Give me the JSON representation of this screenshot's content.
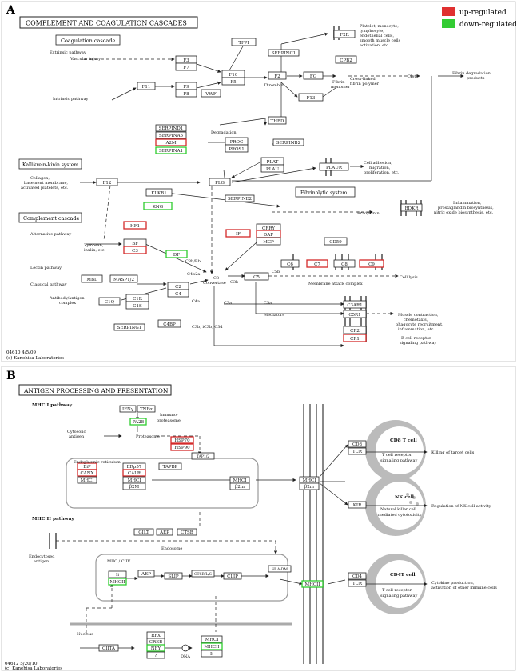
{
  "legend": [
    {
      "label": "up-regulated",
      "color": "#e03030"
    },
    {
      "label": "down-regulated",
      "color": "#33cc33"
    }
  ],
  "colors": {
    "up": "#d42a2a",
    "down": "#2ecc2e",
    "normal": "#222222"
  },
  "panel_a": {
    "letter": "A",
    "title": "COMPLEMENT AND COAGULATION CASCADES",
    "footer": [
      "04610 4/5/09",
      "(c) Kanehisa Laboratories"
    ],
    "sections": [
      "Coagulation cascade",
      "Kallikrein-kinin system",
      "Complement cascade",
      "Fibrinolytic system"
    ],
    "nodes": [
      {
        "id": "tfpi",
        "label": "TFPI",
        "state": "normal"
      },
      {
        "id": "f3",
        "label": "F3",
        "state": "normal"
      },
      {
        "id": "f7",
        "label": "F7",
        "state": "normal"
      },
      {
        "id": "f10",
        "label": "F10",
        "state": "normal"
      },
      {
        "id": "f5",
        "label": "F5",
        "state": "normal"
      },
      {
        "id": "f2",
        "label": "F2",
        "state": "normal"
      },
      {
        "id": "serpinc1",
        "label": "SERPINC1",
        "state": "normal"
      },
      {
        "id": "f2r",
        "label": "F2R",
        "state": "normal"
      },
      {
        "id": "fg",
        "label": "FG",
        "state": "normal"
      },
      {
        "id": "cpb2",
        "label": "CPB2",
        "state": "normal"
      },
      {
        "id": "f11",
        "label": "F11",
        "state": "normal"
      },
      {
        "id": "f9",
        "label": "F9",
        "state": "normal"
      },
      {
        "id": "f8",
        "label": "F8",
        "state": "normal"
      },
      {
        "id": "vwf",
        "label": "VWF",
        "state": "normal"
      },
      {
        "id": "f13",
        "label": "F13",
        "state": "normal"
      },
      {
        "id": "serpind1",
        "label": "SERPIND1",
        "state": "normal"
      },
      {
        "id": "serpina5",
        "label": "SERPINA5",
        "state": "normal"
      },
      {
        "id": "a2m",
        "label": "A2M",
        "state": "up"
      },
      {
        "id": "serpina1",
        "label": "SERPINA1",
        "state": "down"
      },
      {
        "id": "thbd",
        "label": "THBD",
        "state": "normal"
      },
      {
        "id": "proc",
        "label": "PROC",
        "state": "normal"
      },
      {
        "id": "pros1",
        "label": "PROS1",
        "state": "normal"
      },
      {
        "id": "serpinb2",
        "label": "SERPINB2",
        "state": "normal"
      },
      {
        "id": "plat",
        "label": "PLAT",
        "state": "normal"
      },
      {
        "id": "plau",
        "label": "PLAU",
        "state": "normal"
      },
      {
        "id": "plaur",
        "label": "PLAUR",
        "state": "normal"
      },
      {
        "id": "f12",
        "label": "F12",
        "state": "normal"
      },
      {
        "id": "klkb1",
        "label": "KLKB1",
        "state": "normal"
      },
      {
        "id": "plg",
        "label": "PLG",
        "state": "normal"
      },
      {
        "id": "serpine2",
        "label": "SERPINE2",
        "state": "normal"
      },
      {
        "id": "kng",
        "label": "KNG",
        "state": "down"
      },
      {
        "id": "bdkr",
        "label": "BDKR",
        "state": "normal"
      },
      {
        "id": "hf1",
        "label": "HF1",
        "state": "up"
      },
      {
        "id": "bf",
        "label": "BF",
        "state": "normal"
      },
      {
        "id": "c3a",
        "label": "C3",
        "state": "up"
      },
      {
        "id": "df",
        "label": "DF",
        "state": "down"
      },
      {
        "id": "if",
        "label": "IF",
        "state": "up"
      },
      {
        "id": "crry",
        "label": "CRRY",
        "state": "normal"
      },
      {
        "id": "daf",
        "label": "DAF",
        "state": "up"
      },
      {
        "id": "mcp",
        "label": "MCP",
        "state": "normal"
      },
      {
        "id": "cd59",
        "label": "CD59",
        "state": "normal"
      },
      {
        "id": "c6",
        "label": "C6",
        "state": "normal"
      },
      {
        "id": "c7",
        "label": "C7",
        "state": "up"
      },
      {
        "id": "c8",
        "label": "C8",
        "state": "normal"
      },
      {
        "id": "c9",
        "label": "C9",
        "state": "up"
      },
      {
        "id": "mbl",
        "label": "MBL",
        "state": "normal"
      },
      {
        "id": "masp12",
        "label": "MASP1/2",
        "state": "normal"
      },
      {
        "id": "c2",
        "label": "C2",
        "state": "normal"
      },
      {
        "id": "c4",
        "label": "C4",
        "state": "normal"
      },
      {
        "id": "c5",
        "label": "C5",
        "state": "normal"
      },
      {
        "id": "c1q",
        "label": "C1Q",
        "state": "normal"
      },
      {
        "id": "c1r",
        "label": "C1R",
        "state": "normal"
      },
      {
        "id": "c1s",
        "label": "C1S",
        "state": "normal"
      },
      {
        "id": "serping1",
        "label": "SERPING1",
        "state": "normal"
      },
      {
        "id": "c4bp",
        "label": "C4BP",
        "state": "normal"
      },
      {
        "id": "c3ar1",
        "label": "C3AR1",
        "state": "normal"
      },
      {
        "id": "c5r1",
        "label": "C5R1",
        "state": "normal"
      },
      {
        "id": "cr2",
        "label": "CR2",
        "state": "normal"
      },
      {
        "id": "cr1",
        "label": "CR1",
        "state": "up"
      }
    ],
    "texts": [
      {
        "id": "extrinsic",
        "text": "Extrinsic pathway"
      },
      {
        "id": "vascular",
        "text": "Vascular injury"
      },
      {
        "id": "intrinsic",
        "text": "Intrinsic pathway"
      },
      {
        "id": "thrombin",
        "text": "Thrombin"
      },
      {
        "id": "degradation",
        "text": "Degradation"
      },
      {
        "id": "platelet1",
        "text": "Platelet, monocyte,"
      },
      {
        "id": "platelet2",
        "text": "lymphocyte,"
      },
      {
        "id": "platelet3",
        "text": "endothelial cells,"
      },
      {
        "id": "platelet4",
        "text": "smooth muscle cells"
      },
      {
        "id": "platelet5",
        "text": "activation, etc."
      },
      {
        "id": "fibrinmono1",
        "text": "Fibrin"
      },
      {
        "id": "fibrinmono2",
        "text": "monomer"
      },
      {
        "id": "crosslinked1",
        "text": "Cross-linked"
      },
      {
        "id": "crosslinked2",
        "text": "fibrin polymer"
      },
      {
        "id": "clot",
        "text": "Clot"
      },
      {
        "id": "fdp1",
        "text": "Fibrin degradation"
      },
      {
        "id": "fdp2",
        "text": "products"
      },
      {
        "id": "collagen1",
        "text": "Collagen,"
      },
      {
        "id": "collagen2",
        "text": "basement membrane,"
      },
      {
        "id": "collagen3",
        "text": "activated platelets, etc."
      },
      {
        "id": "celladh1",
        "text": "Cell adhesion,"
      },
      {
        "id": "celladh2",
        "text": "migration,"
      },
      {
        "id": "celladh3",
        "text": "proliferation, etc."
      },
      {
        "id": "bradykinin",
        "text": "Bradykinin"
      },
      {
        "id": "inflam1",
        "text": "Inflammation,"
      },
      {
        "id": "inflam2",
        "text": "prostaglandin biosynthesis,"
      },
      {
        "id": "inflam3",
        "text": "nitric oxide biosynthesis, etc."
      },
      {
        "id": "alternative",
        "text": "Alternative pathway"
      },
      {
        "id": "zymosan1",
        "text": "Zymosan,"
      },
      {
        "id": "zymosan2",
        "text": "inulin, etc."
      },
      {
        "id": "c3bbb",
        "text": "C3b/Bb"
      },
      {
        "id": "lectin",
        "text": "Lectin pathway"
      },
      {
        "id": "classical",
        "text": "Classical pathway"
      },
      {
        "id": "antibody1",
        "text": "Antibody/antigen"
      },
      {
        "id": "antibody2",
        "text": "complex"
      },
      {
        "id": "c4b2a",
        "text": "C4b2a"
      },
      {
        "id": "c4a",
        "text": "C4a"
      },
      {
        "id": "c3conv",
        "text": "C3"
      },
      {
        "id": "convertase",
        "text": "Convertase"
      },
      {
        "id": "c3b",
        "text": "C3b"
      },
      {
        "id": "c5b",
        "text": "C5b"
      },
      {
        "id": "c3a_lbl",
        "text": "C3a"
      },
      {
        "id": "c5a",
        "text": "C5a"
      },
      {
        "id": "mediators",
        "text": "Mediators"
      },
      {
        "id": "mac",
        "text": "Membrane attack complex"
      },
      {
        "id": "celllysis",
        "text": "Cell lysis"
      },
      {
        "id": "c3bi",
        "text": "C3b, iC3b, C3d"
      },
      {
        "id": "muscle1",
        "text": "Muscle contraction,"
      },
      {
        "id": "muscle2",
        "text": "chemotaxis,"
      },
      {
        "id": "muscle3",
        "text": "phagocyte recruitment,"
      },
      {
        "id": "muscle4",
        "text": "inflammation, etc."
      },
      {
        "id": "bcell1",
        "text": "B cell receptor"
      },
      {
        "id": "bcell2",
        "text": "signaling pathway"
      }
    ]
  },
  "panel_b": {
    "letter": "B",
    "title": "ANTIGEN PROCESSING AND PRESENTATION",
    "footer": [
      "04612 5/20/10",
      "(c) Kanehisa Laboratories"
    ],
    "nodes": [
      {
        "id": "ifng",
        "label": "IFNγ",
        "state": "normal"
      },
      {
        "id": "tnfa",
        "label": "TNFα",
        "state": "normal"
      },
      {
        "id": "pa28",
        "label": "PA28",
        "state": "down"
      },
      {
        "id": "hsp70",
        "label": "HSP70",
        "state": "up"
      },
      {
        "id": "hsp90",
        "label": "HSP90",
        "state": "up"
      },
      {
        "id": "tap12",
        "label": "TAP1/2",
        "state": "normal"
      },
      {
        "id": "bip",
        "label": "BiP",
        "state": "up"
      },
      {
        "id": "canx",
        "label": "CANX",
        "state": "up"
      },
      {
        "id": "mhci_er",
        "label": "MHCI",
        "state": "normal"
      },
      {
        "id": "erp57",
        "label": "ERp57",
        "state": "normal"
      },
      {
        "id": "calr",
        "label": "CALR",
        "state": "up"
      },
      {
        "id": "mhci_er2",
        "label": "MHCI",
        "state": "normal"
      },
      {
        "id": "b2m_er",
        "label": "β2M",
        "state": "normal"
      },
      {
        "id": "tapbp",
        "label": "TAPBP",
        "state": "normal"
      },
      {
        "id": "mhci_golgi",
        "label": "MHCI",
        "state": "normal"
      },
      {
        "id": "b2m_golgi",
        "label": "β2m",
        "state": "normal"
      },
      {
        "id": "mhci_pm",
        "label": "MHCI",
        "state": "normal"
      },
      {
        "id": "b2m_pm",
        "label": "β2m",
        "state": "normal"
      },
      {
        "id": "cd8",
        "label": "CD8",
        "state": "normal"
      },
      {
        "id": "tcr1",
        "label": "TCR",
        "state": "normal"
      },
      {
        "id": "kir",
        "label": "KIR",
        "state": "normal"
      },
      {
        "id": "gilt",
        "label": "GILT",
        "state": "normal"
      },
      {
        "id": "aep",
        "label": "AEP",
        "state": "normal"
      },
      {
        "id": "ctsb",
        "label": "CTSB",
        "state": "normal"
      },
      {
        "id": "ii",
        "label": "Ii",
        "state": "normal"
      },
      {
        "id": "mhcii_miic",
        "label": "MHCII",
        "state": "down"
      },
      {
        "id": "aep2",
        "label": "AEP",
        "state": "normal"
      },
      {
        "id": "slip",
        "label": "SLIP",
        "state": "normal"
      },
      {
        "id": "ctsbls",
        "label": "CTSB/L/S",
        "state": "normal"
      },
      {
        "id": "clip",
        "label": "CLIP",
        "state": "normal"
      },
      {
        "id": "hladm",
        "label": "HLA-DM",
        "state": "normal"
      },
      {
        "id": "mhcii_pm",
        "label": "MHCII",
        "state": "down"
      },
      {
        "id": "cd4",
        "label": "CD4",
        "state": "normal"
      },
      {
        "id": "tcr2",
        "label": "TCR",
        "state": "normal"
      },
      {
        "id": "ciita",
        "label": "CIITA",
        "state": "normal"
      },
      {
        "id": "rfx",
        "label": "RFX",
        "state": "normal"
      },
      {
        "id": "creb",
        "label": "CREB",
        "state": "normal"
      },
      {
        "id": "nfy",
        "label": "NFY",
        "state": "down"
      },
      {
        "id": "q",
        "label": "?",
        "state": "normal"
      },
      {
        "id": "mhci_nuc",
        "label": "MHCI",
        "state": "normal"
      },
      {
        "id": "mhcii_nuc",
        "label": "MHCII",
        "state": "down"
      },
      {
        "id": "ii_nuc",
        "label": "Ii",
        "state": "normal"
      }
    ],
    "texts": [
      {
        "id": "mhcipath",
        "text": "MHC I pathway"
      },
      {
        "id": "mhciipath",
        "text": "MHC II pathway"
      },
      {
        "id": "immuno1",
        "text": "Immuno-"
      },
      {
        "id": "immuno2",
        "text": "proteasome"
      },
      {
        "id": "cytosolic1",
        "text": "Cytosolic"
      },
      {
        "id": "cytosolic2",
        "text": "antigen"
      },
      {
        "id": "proteasome",
        "text": "Proteasome"
      },
      {
        "id": "er",
        "text": "Endoplasmic reticulum"
      },
      {
        "id": "cd8t",
        "text": "CD8 T cell"
      },
      {
        "id": "tcrsig1",
        "text": "T cell receptor"
      },
      {
        "id": "tcrsig2",
        "text": "signaling pathway"
      },
      {
        "id": "killing",
        "text": "Killing of target cells"
      },
      {
        "id": "nkcell",
        "text": "NK cell"
      },
      {
        "id": "nkcyto1",
        "text": "Natural killer cell"
      },
      {
        "id": "nkcyto2",
        "text": "mediated cytotoxicity"
      },
      {
        "id": "regnk",
        "text": "Regulation of NK cell activity"
      },
      {
        "id": "endocytosed1",
        "text": "Endocytosed"
      },
      {
        "id": "endocytosed2",
        "text": "antigen"
      },
      {
        "id": "endosome",
        "text": "Endosome"
      },
      {
        "id": "miic",
        "text": "MIIC / CIIV"
      },
      {
        "id": "cd4t",
        "text": "CD4T cell"
      },
      {
        "id": "tcrsig3",
        "text": "T cell receptor"
      },
      {
        "id": "tcrsig4",
        "text": "signaling pathway"
      },
      {
        "id": "cytokine1",
        "text": "Cytokine production,"
      },
      {
        "id": "cytokine2",
        "text": "activation of other immune cells"
      },
      {
        "id": "nucleus",
        "text": "Nucleus"
      },
      {
        "id": "dna",
        "text": "DNA"
      }
    ]
  }
}
